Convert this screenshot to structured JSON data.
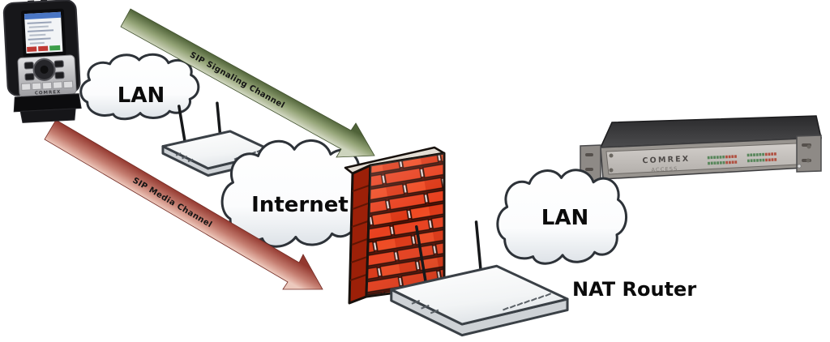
{
  "clouds": [
    {
      "id": "lan-left",
      "label": "LAN"
    },
    {
      "id": "internet",
      "label": "Internet"
    },
    {
      "id": "lan-right",
      "label": "LAN"
    }
  ],
  "arrows": {
    "signaling": {
      "label": "SIP Signaling Channel",
      "color_dark": "#4f6238",
      "color_light": "#cdd4bd"
    },
    "media": {
      "label": "SIP Media Channel",
      "color_dark": "#93382f",
      "color_light": "#ecc9bd"
    }
  },
  "devices": {
    "portable_codec": {
      "brand": "COMREX"
    },
    "rack_codec": {
      "brand": "COMREX",
      "model": "ACCESS"
    },
    "nat_router_label": "NAT Router"
  },
  "colors": {
    "firewall_brick": "#e8401e",
    "firewall_mortar": "#571105",
    "cloud_outline": "#2d3238"
  }
}
